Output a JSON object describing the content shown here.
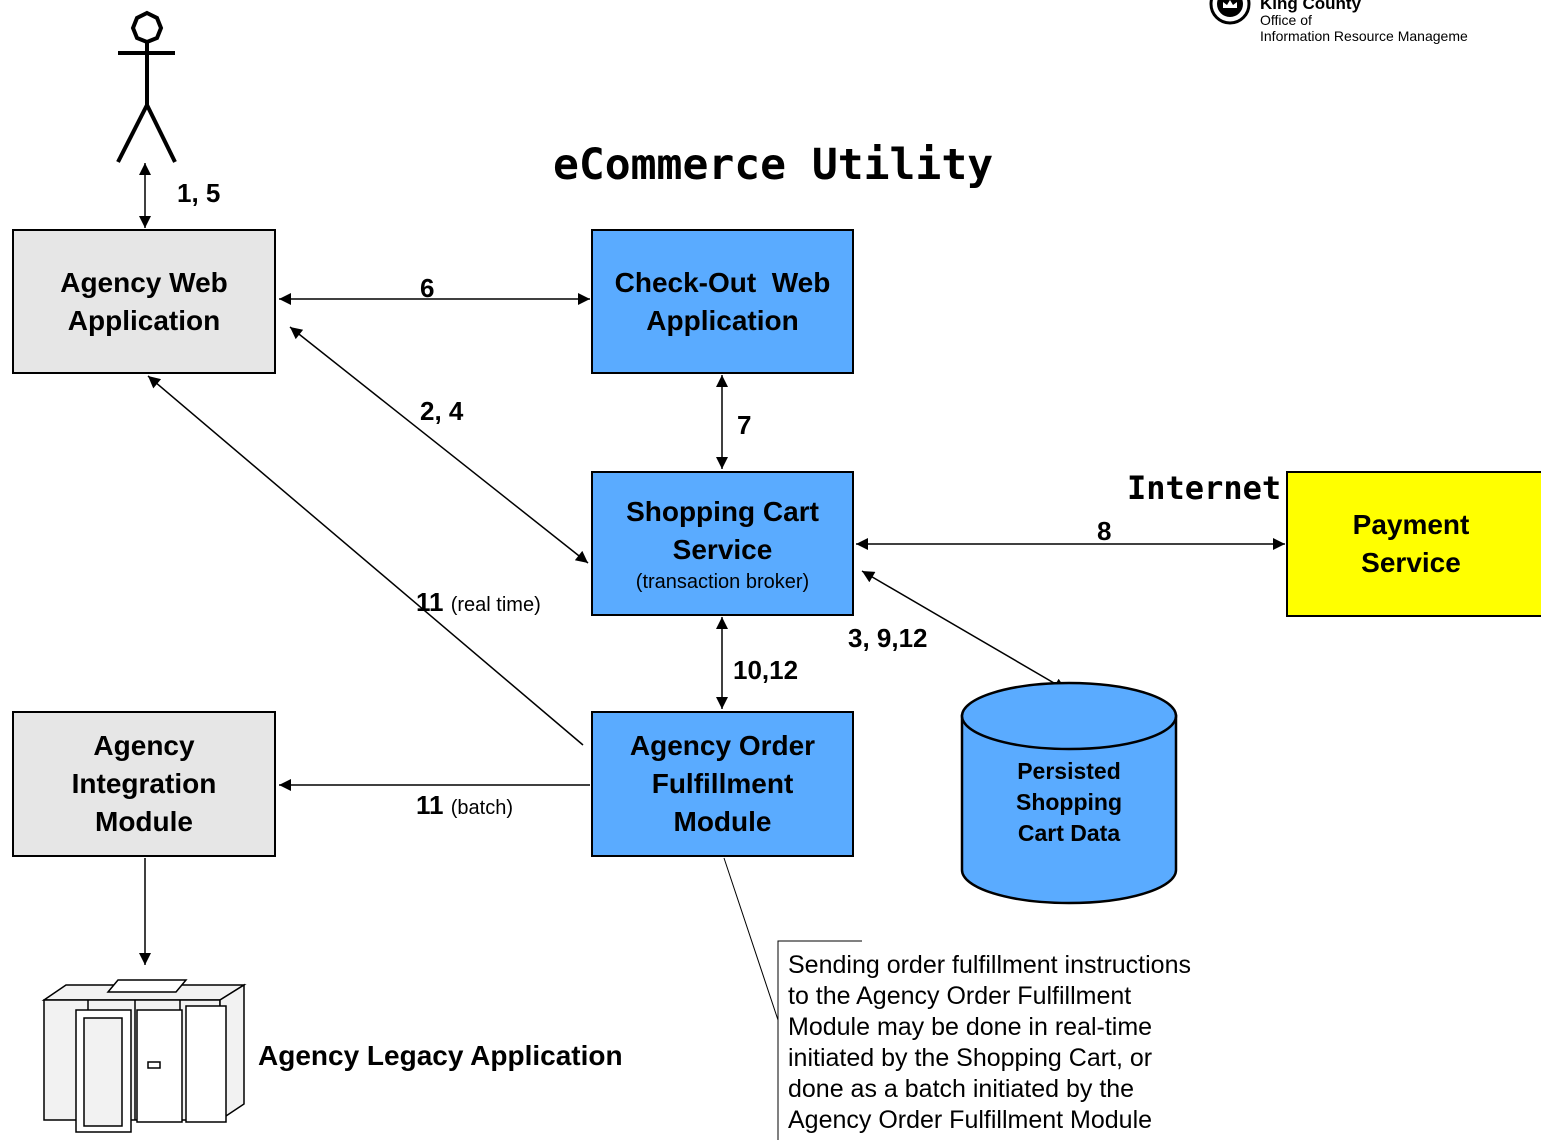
{
  "logo": {
    "org": "King County",
    "line1": "Office of",
    "line2": "Information Resource Manageme"
  },
  "title": "eCommerce Utility",
  "internet_label": "Internet",
  "nodes": {
    "agency_web_app": {
      "line1": "Agency Web",
      "line2": "Application"
    },
    "checkout_web_app": {
      "line1": "Check-Out  Web",
      "line2": "Application"
    },
    "shopping_cart": {
      "line1": "Shopping Cart",
      "line2": "Service",
      "sub": "(transaction broker)"
    },
    "payment_service": {
      "line1": "Payment",
      "line2": "Service"
    },
    "agency_integration": {
      "line1": "Agency",
      "line2": "Integration",
      "line3": "Module"
    },
    "order_fulfillment": {
      "line1": "Agency Order",
      "line2": "Fulfillment",
      "line3": "Module"
    },
    "persisted_data": {
      "line1": "Persisted",
      "line2": "Shopping",
      "line3": "Cart Data"
    },
    "legacy_app": {
      "label": "Agency Legacy Application"
    }
  },
  "edges": {
    "user_web": "1, 5",
    "web_checkout": "6",
    "web_cart": "2, 4",
    "checkout_cart": "7",
    "cart_payment": "8",
    "cart_persist": "3, 9,12",
    "cart_fulfill": "10,12",
    "fulfill_web_num": "11",
    "fulfill_web_note": "(real time)",
    "fulfill_integration_num": "11",
    "fulfill_integration_note": "(batch)"
  },
  "note": {
    "lines": [
      "Sending order fulfillment instructions",
      "to the Agency Order Fulfillment",
      "Module may be done in real-time",
      "initiated by the Shopping Cart, or",
      "done as a batch initiated by the",
      "Agency Order Fulfillment Module"
    ]
  },
  "colors": {
    "agency_box": "#e6e6e6",
    "utility_box": "#5aabff",
    "payment_box": "#ffff00"
  }
}
